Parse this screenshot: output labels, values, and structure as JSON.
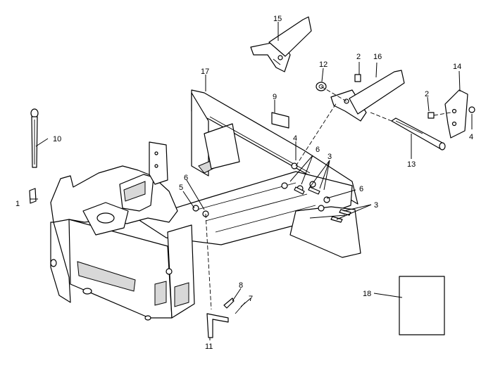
{
  "callouts": [
    {
      "id": "c1",
      "text": "1"
    },
    {
      "id": "c2a",
      "text": "2"
    },
    {
      "id": "c2b",
      "text": "2"
    },
    {
      "id": "c3a",
      "text": "3"
    },
    {
      "id": "c3b",
      "text": "3"
    },
    {
      "id": "c4a",
      "text": "4"
    },
    {
      "id": "c4b",
      "text": "4"
    },
    {
      "id": "c5",
      "text": "5"
    },
    {
      "id": "c6a",
      "text": "6"
    },
    {
      "id": "c6b",
      "text": "6"
    },
    {
      "id": "c6c",
      "text": "6"
    },
    {
      "id": "c7",
      "text": "7"
    },
    {
      "id": "c8",
      "text": "8"
    },
    {
      "id": "c9",
      "text": "9"
    },
    {
      "id": "c10",
      "text": "10"
    },
    {
      "id": "c11",
      "text": "11"
    },
    {
      "id": "c12",
      "text": "12"
    },
    {
      "id": "c13",
      "text": "13"
    },
    {
      "id": "c14",
      "text": "14"
    },
    {
      "id": "c15",
      "text": "15"
    },
    {
      "id": "c16",
      "text": "16"
    },
    {
      "id": "c17",
      "text": "17"
    },
    {
      "id": "c18",
      "text": "18"
    }
  ]
}
